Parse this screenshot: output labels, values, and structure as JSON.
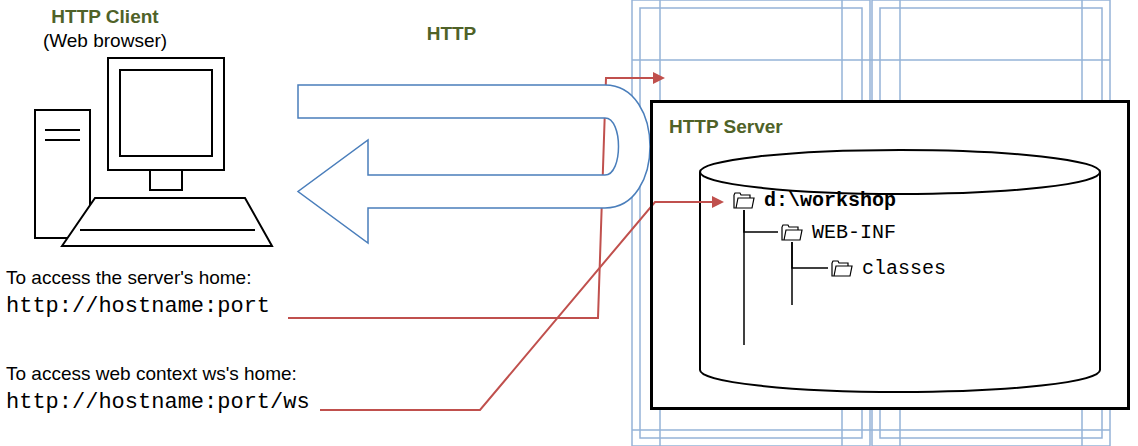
{
  "diagram": {
    "nodes": [
      {
        "text": [
          "HTTP Client",
          "(Web browser)"
        ]
      },
      {
        "text": [
          "HTTP Server"
        ]
      },
      {
        "text": [
          "d:\\workshop"
        ],
        "in": 1
      },
      {
        "text": [
          "WEB-INF"
        ],
        "in": 1
      },
      {
        "text": [
          "classes"
        ],
        "in": 1
      }
    ],
    "edges": [
      {
        "from": 1,
        "to": 0,
        "arrow": "to",
        "label": "HTTP"
      },
      {
        "from": 2,
        "to": 3,
        "arrow": "none"
      },
      {
        "from": 3,
        "to": 4,
        "arrow": "none"
      }
    ],
    "labels": [
      "To access the server's home:",
      "http://hostname:port",
      "To access web context ws's home:",
      "http://hostname:port/ws"
    ]
  }
}
